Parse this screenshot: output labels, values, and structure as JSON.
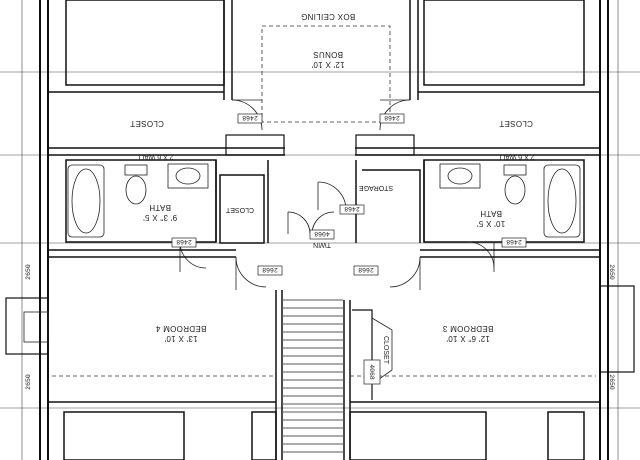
{
  "plan": {
    "box_ceiling": "BOX CEILING",
    "bonus": {
      "name": "BONUS",
      "size": "12' X 10'"
    },
    "closet_left": "CLOSET",
    "closet_right": "CLOSET",
    "wall_left": "2 X 6 WALL",
    "wall_right": "2 X 6 WALL",
    "bath_left": {
      "name": "BATH",
      "size": "9' 3\" X 5'"
    },
    "bath_right": {
      "name": "BATH",
      "size": "10' X 5'"
    },
    "closet_mid": "CLOSET",
    "storage": "STORAGE",
    "twin": "TWIN",
    "bedroom4": {
      "name": "BEDROOM 4",
      "size": "13' X 10'"
    },
    "bedroom3": {
      "name": "BEDROOM 3",
      "size": "12' 6\" X 10'"
    },
    "closet_small": "CLOSET",
    "door_tags": {
      "closet_left": "2468",
      "closet_right": "2468",
      "bath_left": "2468",
      "bath_right": "2468",
      "storage": "2468",
      "twin": "4068",
      "bed4_door": "2668",
      "bed3_door": "2668",
      "closet_small": "4068"
    },
    "window_tags": {
      "left_upper": "2650",
      "left_lower": "2650",
      "right_upper": "2650",
      "right_lower": "2650"
    }
  }
}
